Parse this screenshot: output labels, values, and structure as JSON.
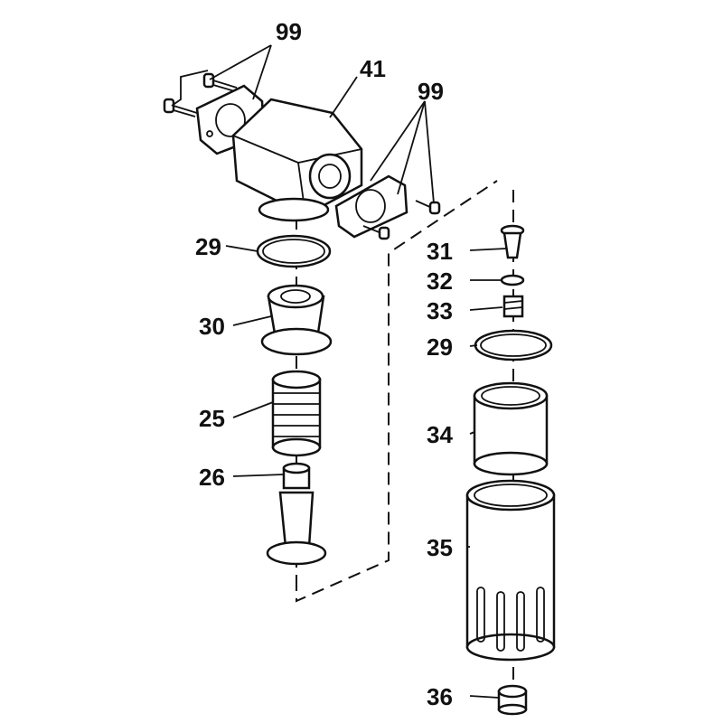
{
  "diagram": {
    "title": "Exploded parts view",
    "labels": {
      "screws_top": "99",
      "housing": "41",
      "screws_right": "99",
      "oring_left": "29",
      "valve_stem": "31",
      "washer": "32",
      "spring": "33",
      "cap": "30",
      "oring_right": "29",
      "sleeve": "25",
      "bowl_insert": "34",
      "deflector": "26",
      "bowl_guard": "35",
      "drain_nut": "36"
    }
  }
}
